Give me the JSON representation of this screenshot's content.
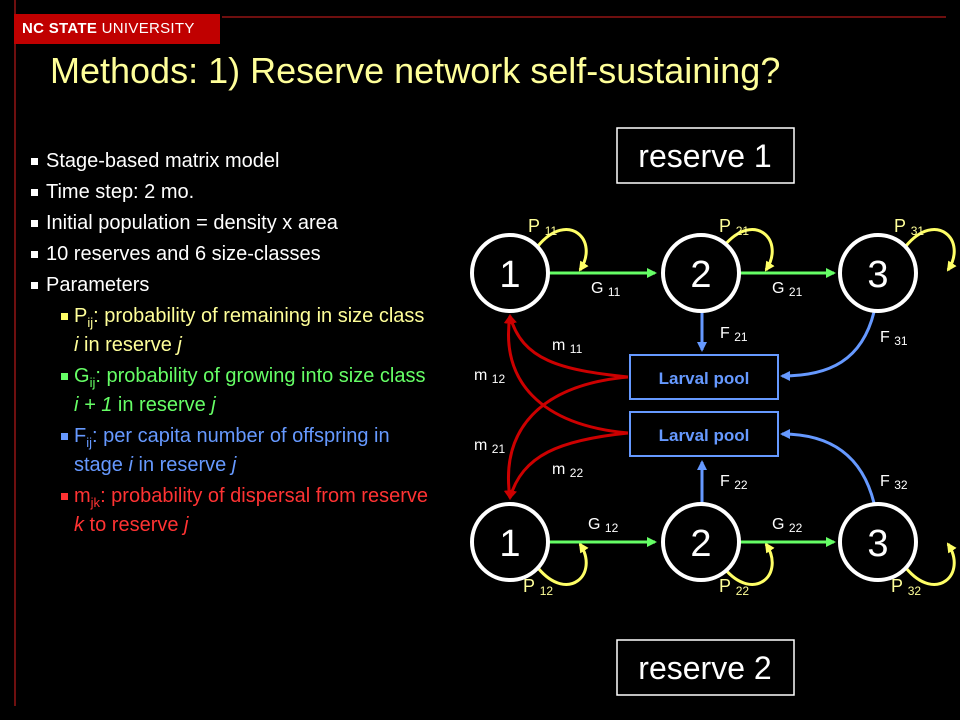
{
  "header": {
    "logo_bold": "NC STATE",
    "logo_rest": " UNIVERSITY",
    "title": "Methods: 1) Reserve network self-sustaining?"
  },
  "bullets": {
    "b1": "Stage-based matrix model",
    "b2": "Time step: 2 mo.",
    "b3": "Initial population = density x area",
    "b4": "10 reserves and 6 size-classes",
    "b5": "Parameters",
    "p": {
      "sym": "P",
      "sub": "ij",
      "t1": ": probability of remaining in size class ",
      "i": "i",
      "t2": " in reserve ",
      "j": "j"
    },
    "g": {
      "sym": "G",
      "sub": "ij",
      "t1": ": probability of growing into size class ",
      "i1": "i + 1",
      "t2": " in reserve ",
      "j": "j"
    },
    "f": {
      "sym": "F",
      "sub": "ij",
      "t1": ": per capita number of offspring in stage ",
      "i": "i",
      "t2": " in reserve ",
      "j": "j"
    },
    "m": {
      "sym": "m",
      "sub": "jk",
      "t1": ": probability of dispersal from reserve ",
      "k": "k",
      "t2": " to reserve ",
      "j": "j"
    }
  },
  "diagram": {
    "reserve1": "reserve 1",
    "reserve2": "reserve 2",
    "pool1": "Larval pool",
    "pool2": "Larval pool",
    "nodes_top": [
      "1",
      "2",
      "3"
    ],
    "nodes_bottom": [
      "1",
      "2",
      "3"
    ],
    "labels": {
      "P11": [
        "P",
        "11"
      ],
      "P21": [
        "P",
        "21"
      ],
      "P31": [
        "P",
        "31"
      ],
      "P12": [
        "P",
        "12"
      ],
      "P22": [
        "P",
        "22"
      ],
      "P32": [
        "P",
        "32"
      ],
      "G11": [
        "G",
        "11"
      ],
      "G21": [
        "G",
        "21"
      ],
      "G12": [
        "G",
        "12"
      ],
      "G22": [
        "G",
        "22"
      ],
      "F21": [
        "F",
        "21"
      ],
      "F31": [
        "F",
        "31"
      ],
      "F22": [
        "F",
        "22"
      ],
      "F32": [
        "F",
        "32"
      ],
      "m11": [
        "m",
        "11"
      ],
      "m12": [
        "m",
        "12"
      ],
      "m21": [
        "m",
        "21"
      ],
      "m22": [
        "m",
        "22"
      ]
    },
    "colors": {
      "P": "#ffff66",
      "G": "#66ff66",
      "F": "#6699ff",
      "m": "#cc0000",
      "node": "#ffffff"
    }
  }
}
